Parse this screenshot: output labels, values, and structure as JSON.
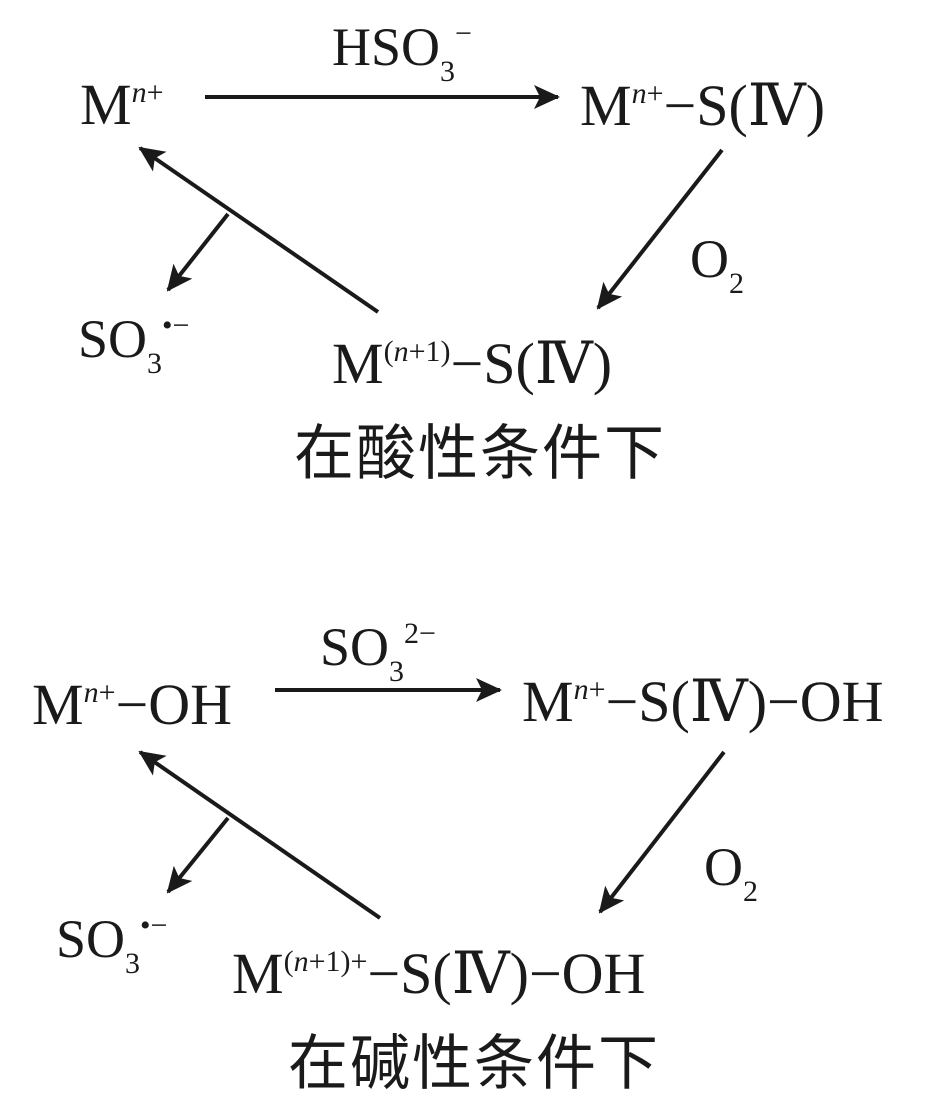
{
  "acidic": {
    "caption": "在酸性条件下",
    "node_mn": {
      "base": "M",
      "charge_n": "n",
      "charge_plus": "+"
    },
    "node_mn_s4": {
      "base": "M",
      "charge_n": "n",
      "charge_plus": "+",
      "suffix": "−S(",
      "roman": "Ⅳ",
      "close": ")"
    },
    "node_mn1_s4": {
      "base": "M",
      "charge_open": "(",
      "charge_n": "n",
      "charge_rest": "+1)",
      "suffix": "−S(",
      "roman": "Ⅳ",
      "close": ")"
    },
    "reagent_top": {
      "base": "HSO",
      "sub": "3",
      "sup": "−"
    },
    "reagent_right": {
      "base": "O",
      "sub": "2"
    },
    "product": {
      "base": "SO",
      "sub": "3",
      "sup": "•−"
    }
  },
  "basic": {
    "caption": "在碱性条件下",
    "node_mn_oh": {
      "base": "M",
      "charge_n": "n",
      "charge_plus": "+",
      "suffix": "−OH"
    },
    "node_mn_s4_oh": {
      "base": "M",
      "charge_n": "n",
      "charge_plus": "+",
      "suffix": "−S(",
      "roman": "Ⅳ",
      "close": ")−OH"
    },
    "node_mn1_s4_oh": {
      "base": "M",
      "charge_open": "(",
      "charge_n": "n",
      "charge_rest": "+1)+",
      "suffix": "−S(",
      "roman": "Ⅳ",
      "close": ")−OH"
    },
    "reagent_top": {
      "base": "SO",
      "sub": "3",
      "sup": "2−"
    },
    "reagent_right": {
      "base": "O",
      "sub": "2"
    },
    "product": {
      "base": "SO",
      "sub": "3",
      "sup": "•−"
    }
  },
  "colors": {
    "ink": "#1a1a1a"
  }
}
